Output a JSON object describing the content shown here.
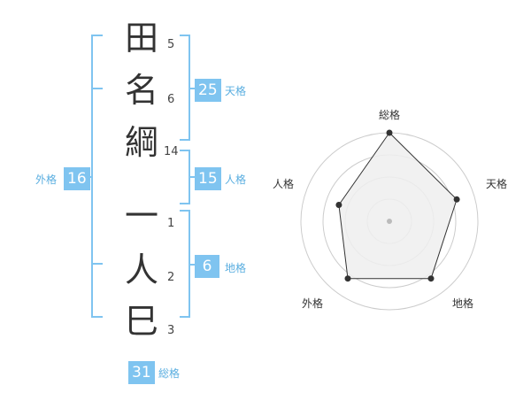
{
  "colors": {
    "accent": "#7fc4f0",
    "label": "#5aaee0",
    "kanji": "#333333",
    "chart_fill": "#eeeeee",
    "chart_line": "#333333",
    "grid": "#cccccc"
  },
  "name": {
    "surname": [
      {
        "char": "田",
        "strokes": "5"
      },
      {
        "char": "名",
        "strokes": "6"
      },
      {
        "char": "綱",
        "strokes": "14"
      }
    ],
    "given": [
      {
        "char": "一",
        "strokes": "1"
      },
      {
        "char": "人",
        "strokes": "2"
      },
      {
        "char": "巳",
        "strokes": "3"
      }
    ]
  },
  "fortunes": {
    "tenkaku": {
      "value": "25",
      "label": "天格"
    },
    "jinkaku": {
      "value": "15",
      "label": "人格"
    },
    "chikaku": {
      "value": "6",
      "label": "地格"
    },
    "gaikaku": {
      "value": "16",
      "label": "外格"
    },
    "soukaku": {
      "value": "31",
      "label": "総格"
    }
  },
  "chart_data": {
    "type": "radar",
    "axes": [
      "総格",
      "天格",
      "地格",
      "外格",
      "人格"
    ],
    "values": [
      5,
      4,
      4,
      4,
      3
    ],
    "max": 5,
    "rings": 4
  }
}
